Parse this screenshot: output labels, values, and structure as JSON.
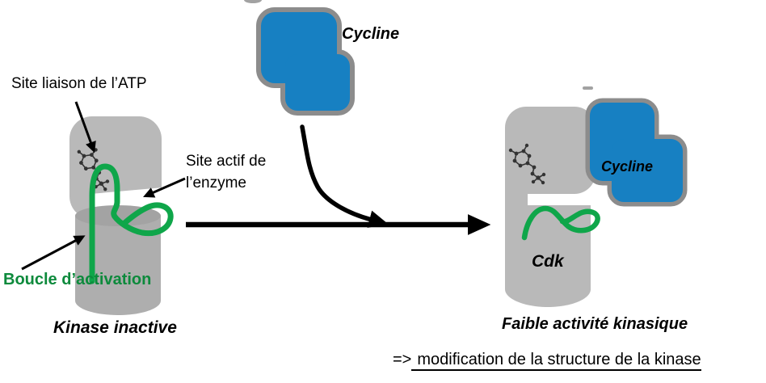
{
  "labels": {
    "site_atp": "Site liaison de l’ATP",
    "site_actif_l1": "Site actif de",
    "site_actif_l2": "l’enzyme",
    "boucle": "Boucle d’activation",
    "kinase_inactive": "Kinase inactive",
    "cycline_top": "Cycline",
    "cycline_right": "Cycline",
    "cdk": "Cdk",
    "faible": "Faible activité kinasique",
    "conclusion_prefix": "=>",
    "conclusion": "modification de la structure de la kinase"
  },
  "colors": {
    "ink": "#000000",
    "molecule_ink": "#333333",
    "cyclin_blue": "#1780c2",
    "cyclin_border": "#8c8c8c",
    "kinase_gray": "#b9b9b9",
    "kinase_gray_mid": "#aeaeae",
    "kinase_gray_dark": "#a3a3a3",
    "loop_green": "#0fa64a",
    "loop_text_green": "#0d8a3c"
  }
}
